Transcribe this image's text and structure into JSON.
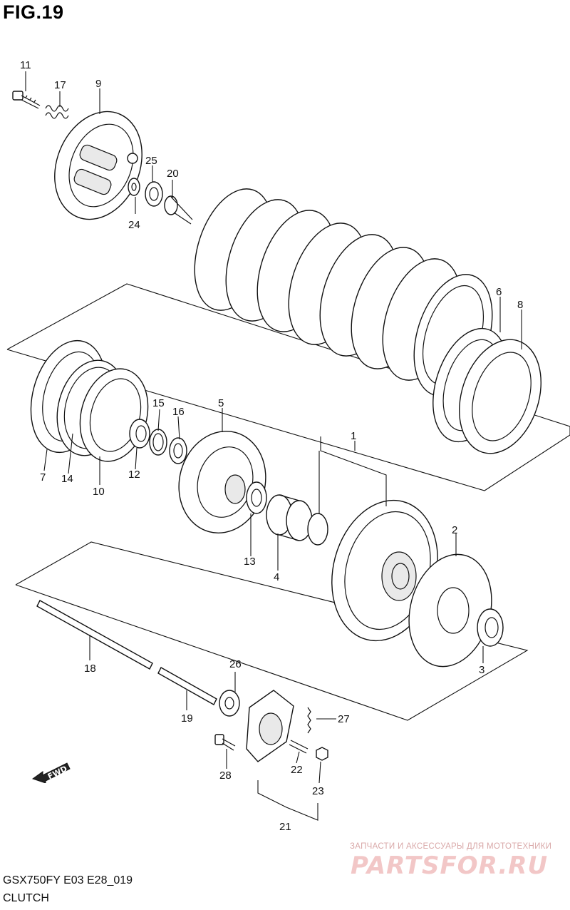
{
  "figure": {
    "title": "FIG.19"
  },
  "footer": {
    "model_code": "GSX750FY E03 E28_019",
    "section_name": "CLUTCH"
  },
  "direction_badge": {
    "text": "FWD",
    "icon": "arrow-left-icon"
  },
  "watermark": {
    "tagline": "ЗАПЧАСТИ И АКСЕССУАРЫ ДЛЯ МОТОТЕХНИКИ",
    "brand": "PARTSFOR.RU"
  },
  "callouts": {
    "c1": "1",
    "c2": "2",
    "c3": "3",
    "c4": "4",
    "c5": "5",
    "c6": "6",
    "c7": "7",
    "c8": "8",
    "c9": "9",
    "c10": "10",
    "c11": "11",
    "c12": "12",
    "c13": "13",
    "c14": "14",
    "c15": "15",
    "c16": "16",
    "c17": "17",
    "c18": "18",
    "c19": "19",
    "c20": "20",
    "c21": "21",
    "c22": "22",
    "c23": "23",
    "c24": "24",
    "c25": "25",
    "c26": "26",
    "c27": "27",
    "c28": "28"
  },
  "colors": {
    "line": "#111111",
    "watermark_text": "#f2c7c7",
    "watermark_tagline": "#d9a8a8"
  }
}
